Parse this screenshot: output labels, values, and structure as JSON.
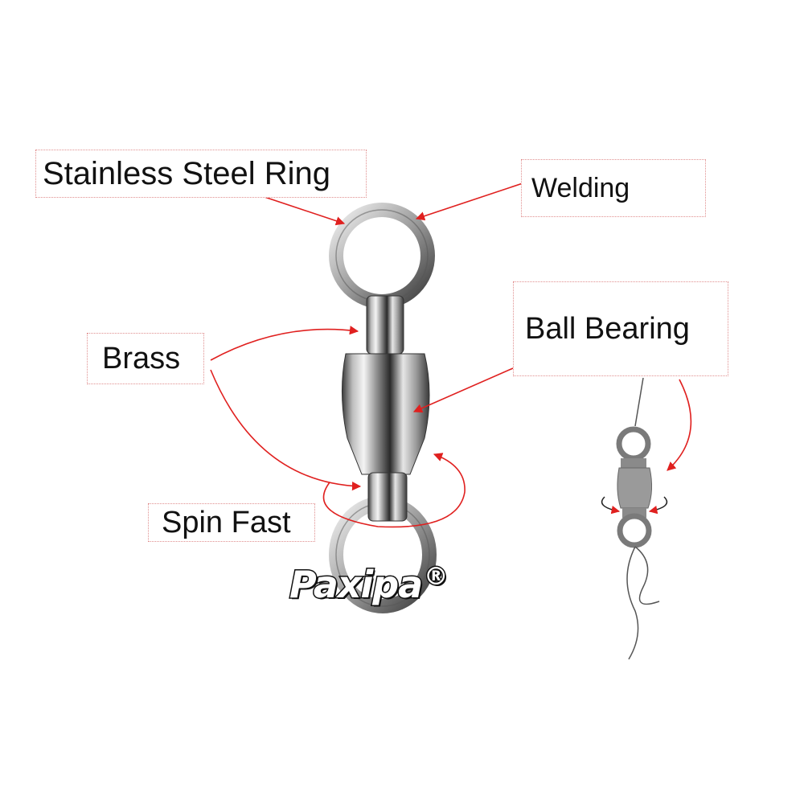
{
  "labels": {
    "ring": "Stainless Steel Ring",
    "welding": "Welding",
    "ball_bearing": "Ball Bearing",
    "brass": "Brass",
    "spin": "Spin Fast"
  },
  "brand": {
    "name": "Paxipa",
    "registered": "®"
  },
  "colors": {
    "arrow": "#e0201f",
    "label_border": "#e08f8f",
    "metal_light": "#f2f2f2",
    "metal_dark": "#2b2b2b",
    "diagram_gray": "#8a8a8a"
  },
  "icons": [
    "arrow-icon",
    "rotation-arrow-icon",
    "swivel-photo",
    "swivel-diagram"
  ]
}
